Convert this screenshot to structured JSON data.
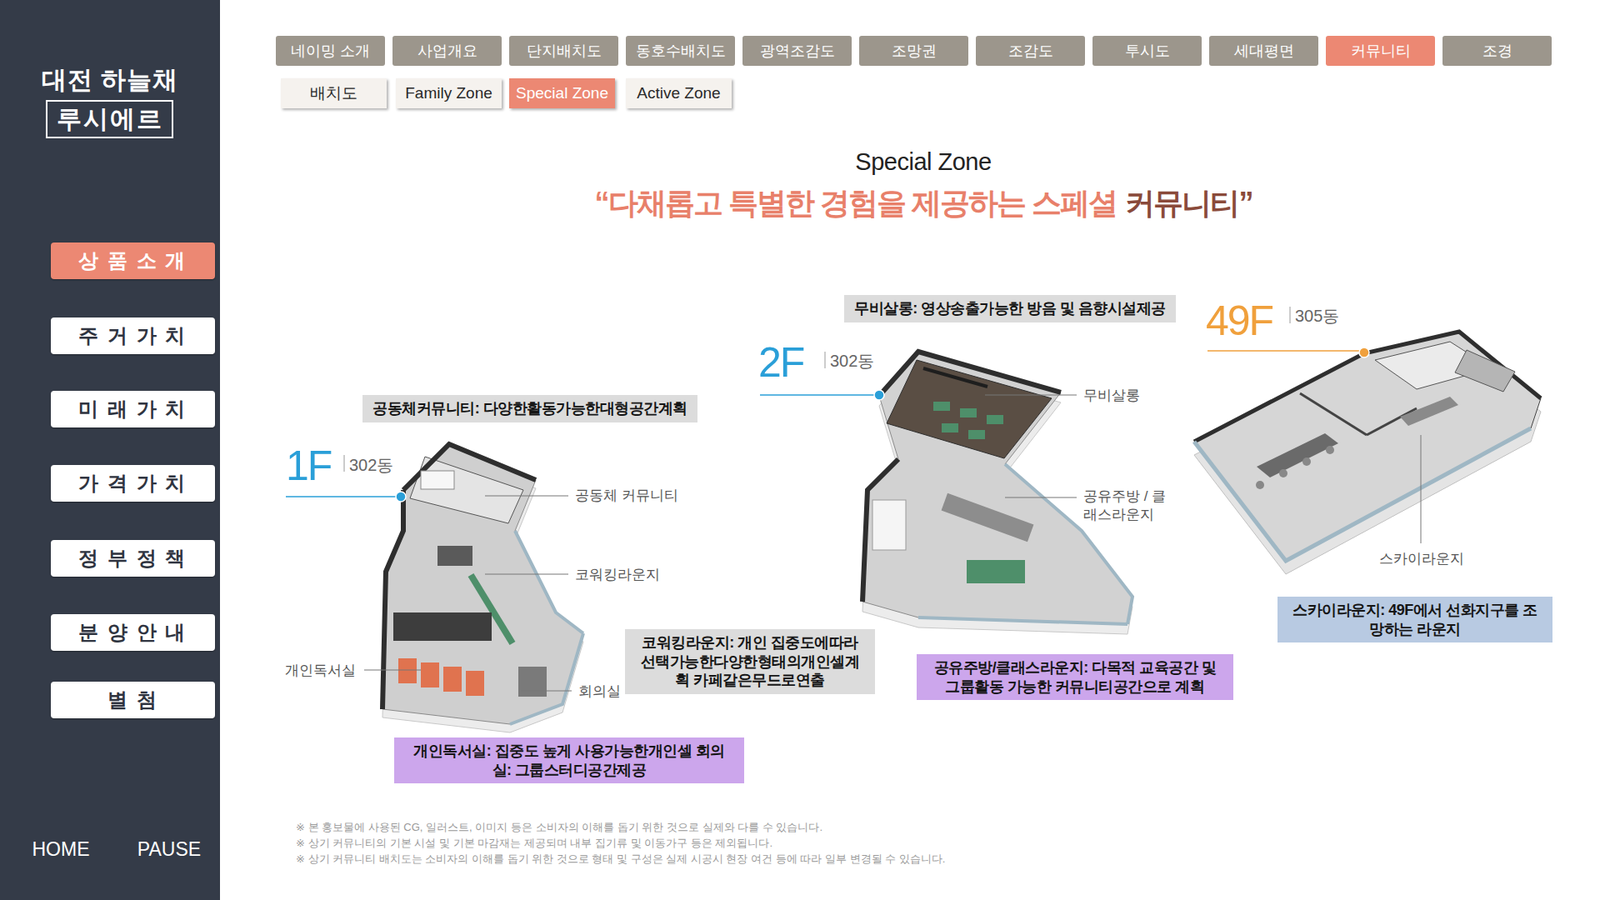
{
  "diagram": {
    "title": "Special Zone",
    "nodes": [
      {
        "text": [
          "대전 하늘채",
          "HOME",
          "PAUSE"
        ]
      },
      {
        "text": [
          "루시에르"
        ],
        "in": 0
      },
      {
        "text": [
          "상 품 소 개"
        ],
        "in": 0
      },
      {
        "text": [
          "주 거 가 치"
        ],
        "in": 0
      },
      {
        "text": [
          "미 래 가 치"
        ],
        "in": 0
      },
      {
        "text": [
          "가 격 가 치"
        ],
        "in": 0
      },
      {
        "text": [
          "정 부 정 책"
        ],
        "in": 0
      },
      {
        "text": [
          "분 양 안 내"
        ],
        "in": 0
      },
      {
        "text": [
          "별 첨"
        ],
        "in": 0
      },
      {
        "text": [
          "네이밍 소개"
        ]
      },
      {
        "text": [
          "사업개요"
        ]
      },
      {
        "text": [
          "단지배치도"
        ]
      },
      {
        "text": [
          "동호수배치도"
        ]
      },
      {
        "text": [
          "광역조감도"
        ]
      },
      {
        "text": [
          "조망권"
        ]
      },
      {
        "text": [
          "조감도"
        ]
      },
      {
        "text": [
          "투시도"
        ]
      },
      {
        "text": [
          "세대평면"
        ]
      },
      {
        "text": [
          "커뮤니티"
        ]
      },
      {
        "text": [
          "조경"
        ]
      },
      {
        "text": [
          "배치도"
        ]
      },
      {
        "text": [
          "Family Zone"
        ]
      },
      {
        "text": [
          "Special Zone"
        ]
      },
      {
        "text": [
          "Active Zone"
        ]
      },
      {
        "text": [
          "무비살롱: 영상송출가능한 방음 및 음향시설제공"
        ]
      },
      {
        "text": [
          "공동체커뮤니티: 다양한활동가능한대형공간계획"
        ]
      },
      {
        "text": [
          "스카이라운지: 49F에서 선화지구를 조망하는 라운지"
        ]
      },
      {
        "text": [
          "코워킹라운지: 개인 집중도에따라 선택가능한다양한형태의개인셀계획 카페같은무드로연출"
        ]
      },
      {
        "text": [
          "공유주방/클래스라운지: 다목적 교육공간 및 그룹활동 가능한 커뮤니티공간으로 계획"
        ]
      },
      {
        "text": [
          "개인독서실: 집중도 높게 사용가능한개인셀 회의실: 그룹스터디공간제공"
        ]
      }
    ],
    "labels": [
      "“다채롭고 특별한 경험을 제공하는 스페셜",
      "커뮤니티”",
      "1F",
      "302동",
      "공동체 커뮤니티",
      "코워킹라운지",
      "개인독서실",
      "회의실",
      "2F",
      "302동",
      "무비살롱",
      "공유주방 / 클래스라운지",
      "49F",
      "305동",
      "스카이라운지",
      "※ 본 홍보물에 사용된 CG, 일러스트, 이미지 등은 소비자의 이해를 돕기 위한 것으로 실제와 다를 수 있습니다.",
      "※ 상기 커뮤니티의 기본 시설 및 기본 마감재는 제공되며 내부 집기류 및 이동가구 등은 제외됩니다.",
      "※ 상기 커뮤니티 배치도는 소비자의 이해를 돕기 위한 것으로 형태 및 구성은 실제 시공시 현장 여건 등에 따라 일부 변경될 수 있습니다."
    ]
  }
}
